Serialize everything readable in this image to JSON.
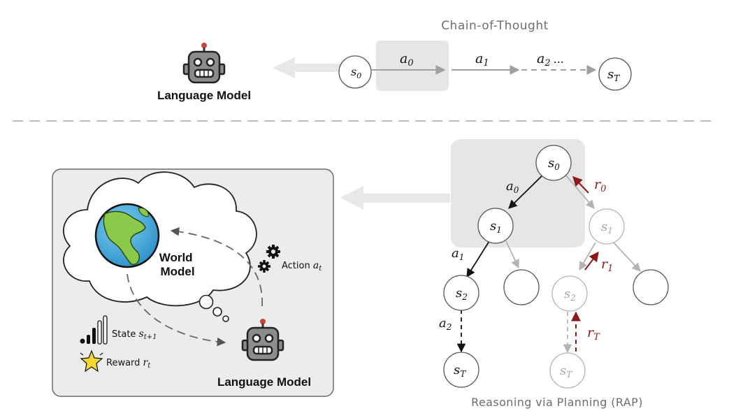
{
  "top": {
    "title": "Chain-of-Thought",
    "lm_label": "Language Model",
    "nodes": {
      "s0": "s",
      "s0_sub": "0",
      "sT": "s",
      "sT_sub": "T"
    },
    "actions": {
      "a0": "a",
      "a0_sub": "0",
      "a1": "a",
      "a1_sub": "1",
      "a2": "a",
      "a2_sub": "2",
      "a2_tail": "..."
    }
  },
  "bottom": {
    "world_model_label": [
      "World",
      "Model"
    ],
    "lm_label": "Language Model",
    "action_text": "Action ",
    "action_var": "a",
    "action_sub": "t",
    "state_text": "State ",
    "state_var": "s",
    "state_sub": "t+1",
    "reward_text": "Reward ",
    "reward_var": "r",
    "reward_sub": "t"
  },
  "tree": {
    "title": "Reasoning via Planning (RAP)",
    "nodes": {
      "s0": "s",
      "s0_sub": "0",
      "s1": "s",
      "s1_sub": "1",
      "s1b": "s",
      "s1b_sub": "1",
      "s2": "s",
      "s2_sub": "2",
      "s2b": "s",
      "s2b_sub": "2",
      "sT": "s",
      "sT_sub": "T",
      "sTb": "s",
      "sTb_sub": "T"
    },
    "edges": {
      "a0": "a",
      "a0_sub": "0",
      "a1": "a",
      "a1_sub": "1",
      "a2": "a",
      "a2_sub": "2"
    },
    "rewards": {
      "r0": "r",
      "r0_sub": "0",
      "r1": "r",
      "r1_sub": "1",
      "rT": "r",
      "rT_sub": "T"
    }
  },
  "colors": {
    "reward": "#8b1a1a",
    "faded": "#a8a8a8",
    "panel": "#ececec"
  }
}
